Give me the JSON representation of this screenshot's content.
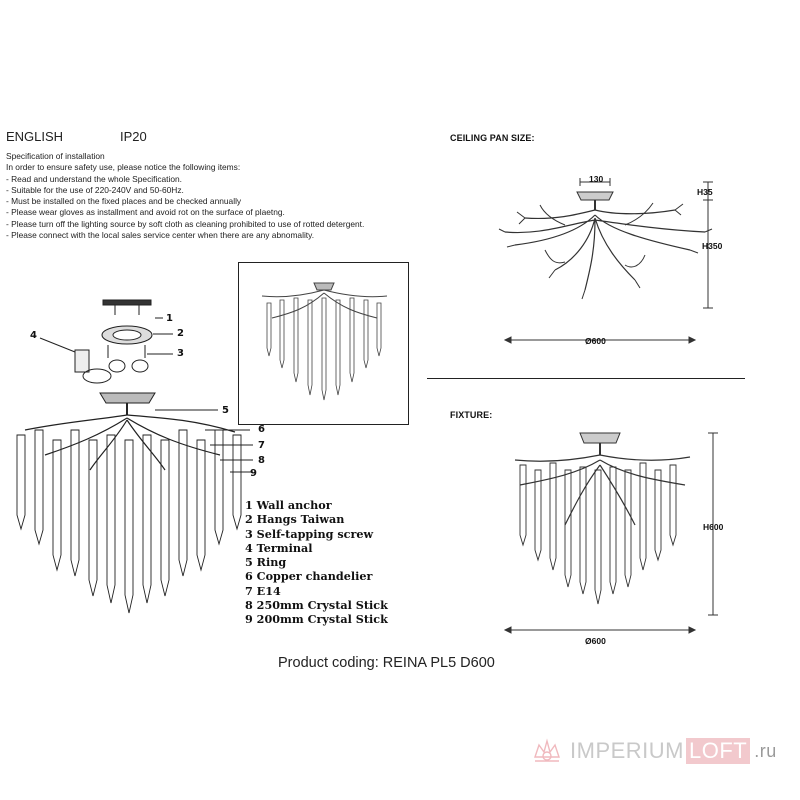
{
  "header": {
    "language": "ENGLISH",
    "ip_rating": "IP20"
  },
  "spec": {
    "title": "Specification of installation",
    "lines": [
      "In order to ensure safety use, please notice the following items:",
      "- Read and understand the whole Specification.",
      "- Suitable for the use of 220-240V and 50-60Hz.",
      "- Must be installed on the fixed places and be checked annually",
      "- Please wear gloves as installment and avoid rot on the surface of plaetng.",
      "- Please turn off the lighting source by soft cloth as cleaning prohibited to use of rotted detergent.",
      "- Please connect with the local sales service center when there are any abnomality."
    ]
  },
  "ceiling_pan": {
    "title": "CEILING PAN SIZE:",
    "width_top": "130",
    "h_top": "H35",
    "h_total": "H350",
    "diameter": "Ø600"
  },
  "fixture": {
    "title": "FIXTURE:",
    "height": "H600",
    "diameter": "Ø600"
  },
  "callouts": [
    "1",
    "2",
    "3",
    "4",
    "5",
    "6",
    "7",
    "8",
    "9"
  ],
  "parts": [
    "1 Wall anchor",
    "2 Hangs Taiwan",
    "3 Self-tapping screw",
    "4 Terminal",
    "5 Ring",
    "6 Copper chandelier",
    "7 E14",
    "8 250mm Crystal Stick",
    "9 200mm Crystal Stick"
  ],
  "product_coding": "Product coding: REINA PL5 D600",
  "watermark": {
    "imperium": "IMPERIUM",
    "loft": "LOFT",
    "tld": ".ru"
  }
}
